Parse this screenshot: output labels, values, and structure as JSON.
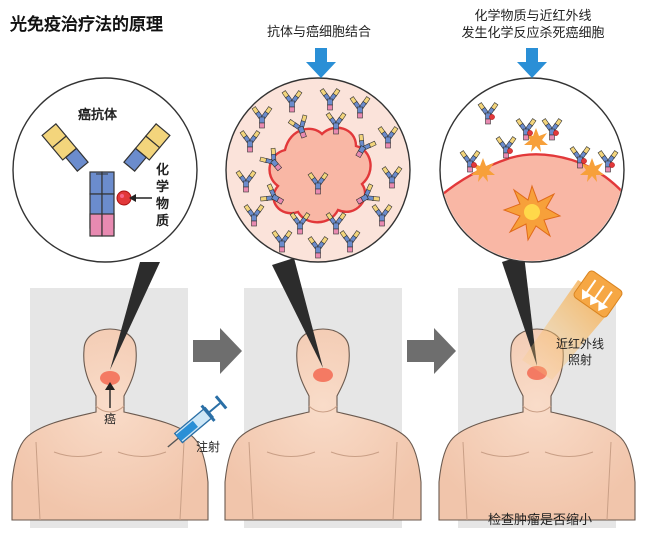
{
  "title": "光免疫治疗法的原理",
  "panel1": {
    "antibody_label": "癌抗体",
    "chemical_label_chars": [
      "化",
      "学",
      "物",
      "质"
    ],
    "cancer_label": "癌",
    "injection_label": "注射"
  },
  "panel2": {
    "caption": "抗体与癌细胞结合"
  },
  "panel3": {
    "caption_line1": "化学物质与近红外线",
    "caption_line2": "发生化学反应杀死癌细胞",
    "nir_line1": "近红外线",
    "nir_line2": "照射"
  },
  "footer": {
    "check_label": "检查肿瘤是否缩小"
  },
  "colors": {
    "panel_bg": "#e6e6e6",
    "skin": "#f6d3bd",
    "tumor": "#f47a63",
    "cell_fill": "#f9b7a5",
    "cell_border": "#e2383a",
    "arrow_blue": "#2a8fd6",
    "gray_arrow": "#6e6e6e",
    "antibody_yellow": "#f3d57c",
    "antibody_blue": "#6b8ccd",
    "antibody_pink": "#e88ab1",
    "nir_orange": "#f6a744"
  }
}
